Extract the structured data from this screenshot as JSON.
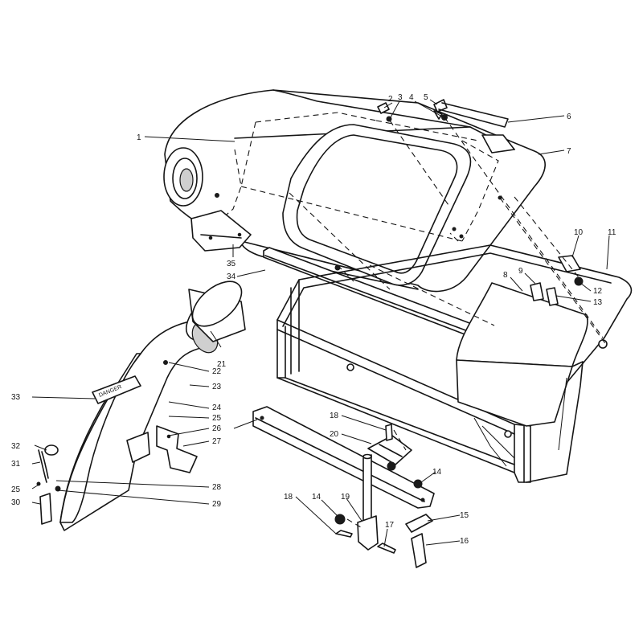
{
  "callouts": [
    {
      "id": "c1",
      "text": "1"
    },
    {
      "id": "c2",
      "text": "2"
    },
    {
      "id": "c3",
      "text": "3"
    },
    {
      "id": "c4",
      "text": "4"
    },
    {
      "id": "c5",
      "text": "5"
    },
    {
      "id": "c6",
      "text": "6"
    },
    {
      "id": "c7",
      "text": "7"
    },
    {
      "id": "c8",
      "text": "8"
    },
    {
      "id": "c9",
      "text": "9"
    },
    {
      "id": "c10",
      "text": "10"
    },
    {
      "id": "c11",
      "text": "11"
    },
    {
      "id": "c12",
      "text": "12"
    },
    {
      "id": "c13",
      "text": "13"
    },
    {
      "id": "c14a",
      "text": "14"
    },
    {
      "id": "c14b",
      "text": "14"
    },
    {
      "id": "c15",
      "text": "15"
    },
    {
      "id": "c16",
      "text": "16"
    },
    {
      "id": "c17",
      "text": "17"
    },
    {
      "id": "c18a",
      "text": "18"
    },
    {
      "id": "c18b",
      "text": "18"
    },
    {
      "id": "c19",
      "text": "19"
    },
    {
      "id": "c20",
      "text": "20"
    },
    {
      "id": "c21",
      "text": "21"
    },
    {
      "id": "c22",
      "text": "22"
    },
    {
      "id": "c23",
      "text": "23"
    },
    {
      "id": "c24",
      "text": "24"
    },
    {
      "id": "c25a",
      "text": "25"
    },
    {
      "id": "c25b",
      "text": "25"
    },
    {
      "id": "c26",
      "text": "26"
    },
    {
      "id": "c27",
      "text": "27"
    },
    {
      "id": "c28",
      "text": "28"
    },
    {
      "id": "c29",
      "text": "29"
    },
    {
      "id": "c30",
      "text": "30"
    },
    {
      "id": "c31",
      "text": "31"
    },
    {
      "id": "c32",
      "text": "32"
    },
    {
      "id": "c33",
      "text": "33"
    },
    {
      "id": "c34",
      "text": "34"
    },
    {
      "id": "c35",
      "text": "35"
    }
  ],
  "decal": {
    "text": "DANGER"
  }
}
